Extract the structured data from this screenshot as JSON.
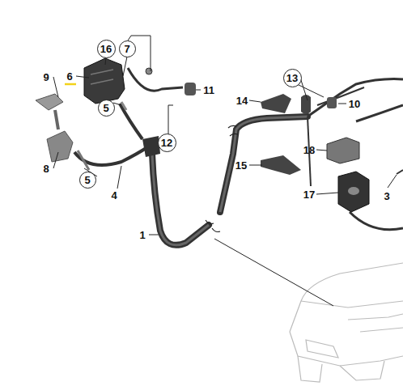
{
  "diagram": {
    "nodes": [
      {
        "text": [
          "16"
        ]
      },
      {
        "text": [
          "7"
        ]
      },
      {
        "text": [
          "13"
        ]
      },
      {
        "text": [
          "5"
        ]
      },
      {
        "text": [
          "12"
        ]
      },
      {
        "text": [
          "5"
        ]
      }
    ],
    "labels": [
      "9",
      "6",
      "11",
      "14",
      "10",
      "8",
      "4",
      "15",
      "18",
      "17",
      "3",
      "1"
    ]
  }
}
